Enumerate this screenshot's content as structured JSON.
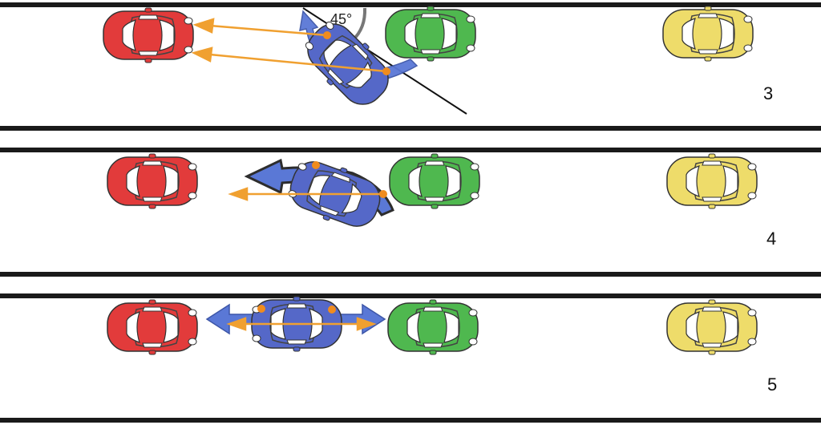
{
  "panels": [
    {
      "step": "3",
      "blue_car_motion": "rotate"
    },
    {
      "step": "4",
      "blue_car_motion": "shift"
    },
    {
      "step": "5",
      "blue_car_motion": "straight"
    }
  ],
  "angle_label": "45°",
  "colors": {
    "lane_line": "#1a1a1a",
    "red_car": "#e23b3b",
    "green_car": "#4fb84f",
    "yellow_car": "#eedc6a",
    "blue_car": "#5568c8",
    "blue_arrow": "#5a78d6",
    "orange_arrow": "#f0a030",
    "orange_dot": "#f08c1e",
    "gray_arc": "#777777",
    "reference_line": "#111111"
  },
  "icons": {
    "red_car": "red-car-icon",
    "green_car": "green-car-icon",
    "yellow_car": "yellow-car-icon",
    "blue_car": "blue-car-icon"
  }
}
